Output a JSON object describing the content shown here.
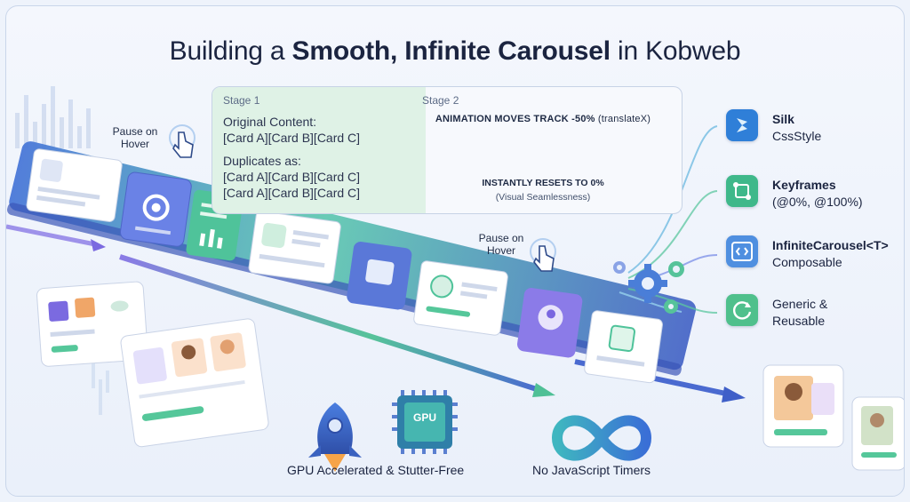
{
  "title": {
    "prefix": "Building a ",
    "bold": "Smooth, Infinite Carousel",
    "suffix": " in Kobweb"
  },
  "stage1": {
    "heading": "Stage 1",
    "original_label": "Original Content:",
    "original_cards": "[Card A][Card B][Card C]",
    "duplicates_label": "Duplicates as:",
    "duplicate_row_1": "[Card A][Card B][Card C]",
    "duplicate_row_2": "[Card A][Card B][Card C]"
  },
  "stage2": {
    "heading": "Stage 2",
    "animation_label": "ANIMATION MOVES TRACK -50%",
    "animation_detail": " (translateX)",
    "reset_label": "INSTANTLY RESETS TO 0%",
    "reset_detail": "(Visual Seamlessness)",
    "track_cells": 8
  },
  "hover_labels": {
    "first": [
      "Pause on",
      "Hover"
    ],
    "second": [
      "Pause on",
      "Hover"
    ]
  },
  "features": [
    {
      "title": "Silk",
      "subtitle": "CssStyle",
      "icon": "silk-logo-icon",
      "color": "#2f7fd8"
    },
    {
      "title": "Keyframes",
      "subtitle": "(@0%, @100%)",
      "icon": "keyframes-icon",
      "color": "#3fb88a"
    },
    {
      "title": "InfiniteCarousel<T>",
      "subtitle": "Composable",
      "icon": "code-icon",
      "color": "#4f8fe0"
    },
    {
      "title": "Generic &",
      "subtitle": "Reusable",
      "icon": "refresh-cycle-icon",
      "color": "#4fc08c"
    }
  ],
  "bottom": {
    "gpu_label": "GPU Accelerated & Stutter-Free",
    "gpu_chip_text": "GPU",
    "timers_label": "No JavaScript Timers"
  },
  "colors": {
    "accent_blue": "#3d6fd8",
    "accent_green": "#43c08a",
    "accent_purple": "#7a66e0",
    "text_dark": "#1b2440"
  }
}
